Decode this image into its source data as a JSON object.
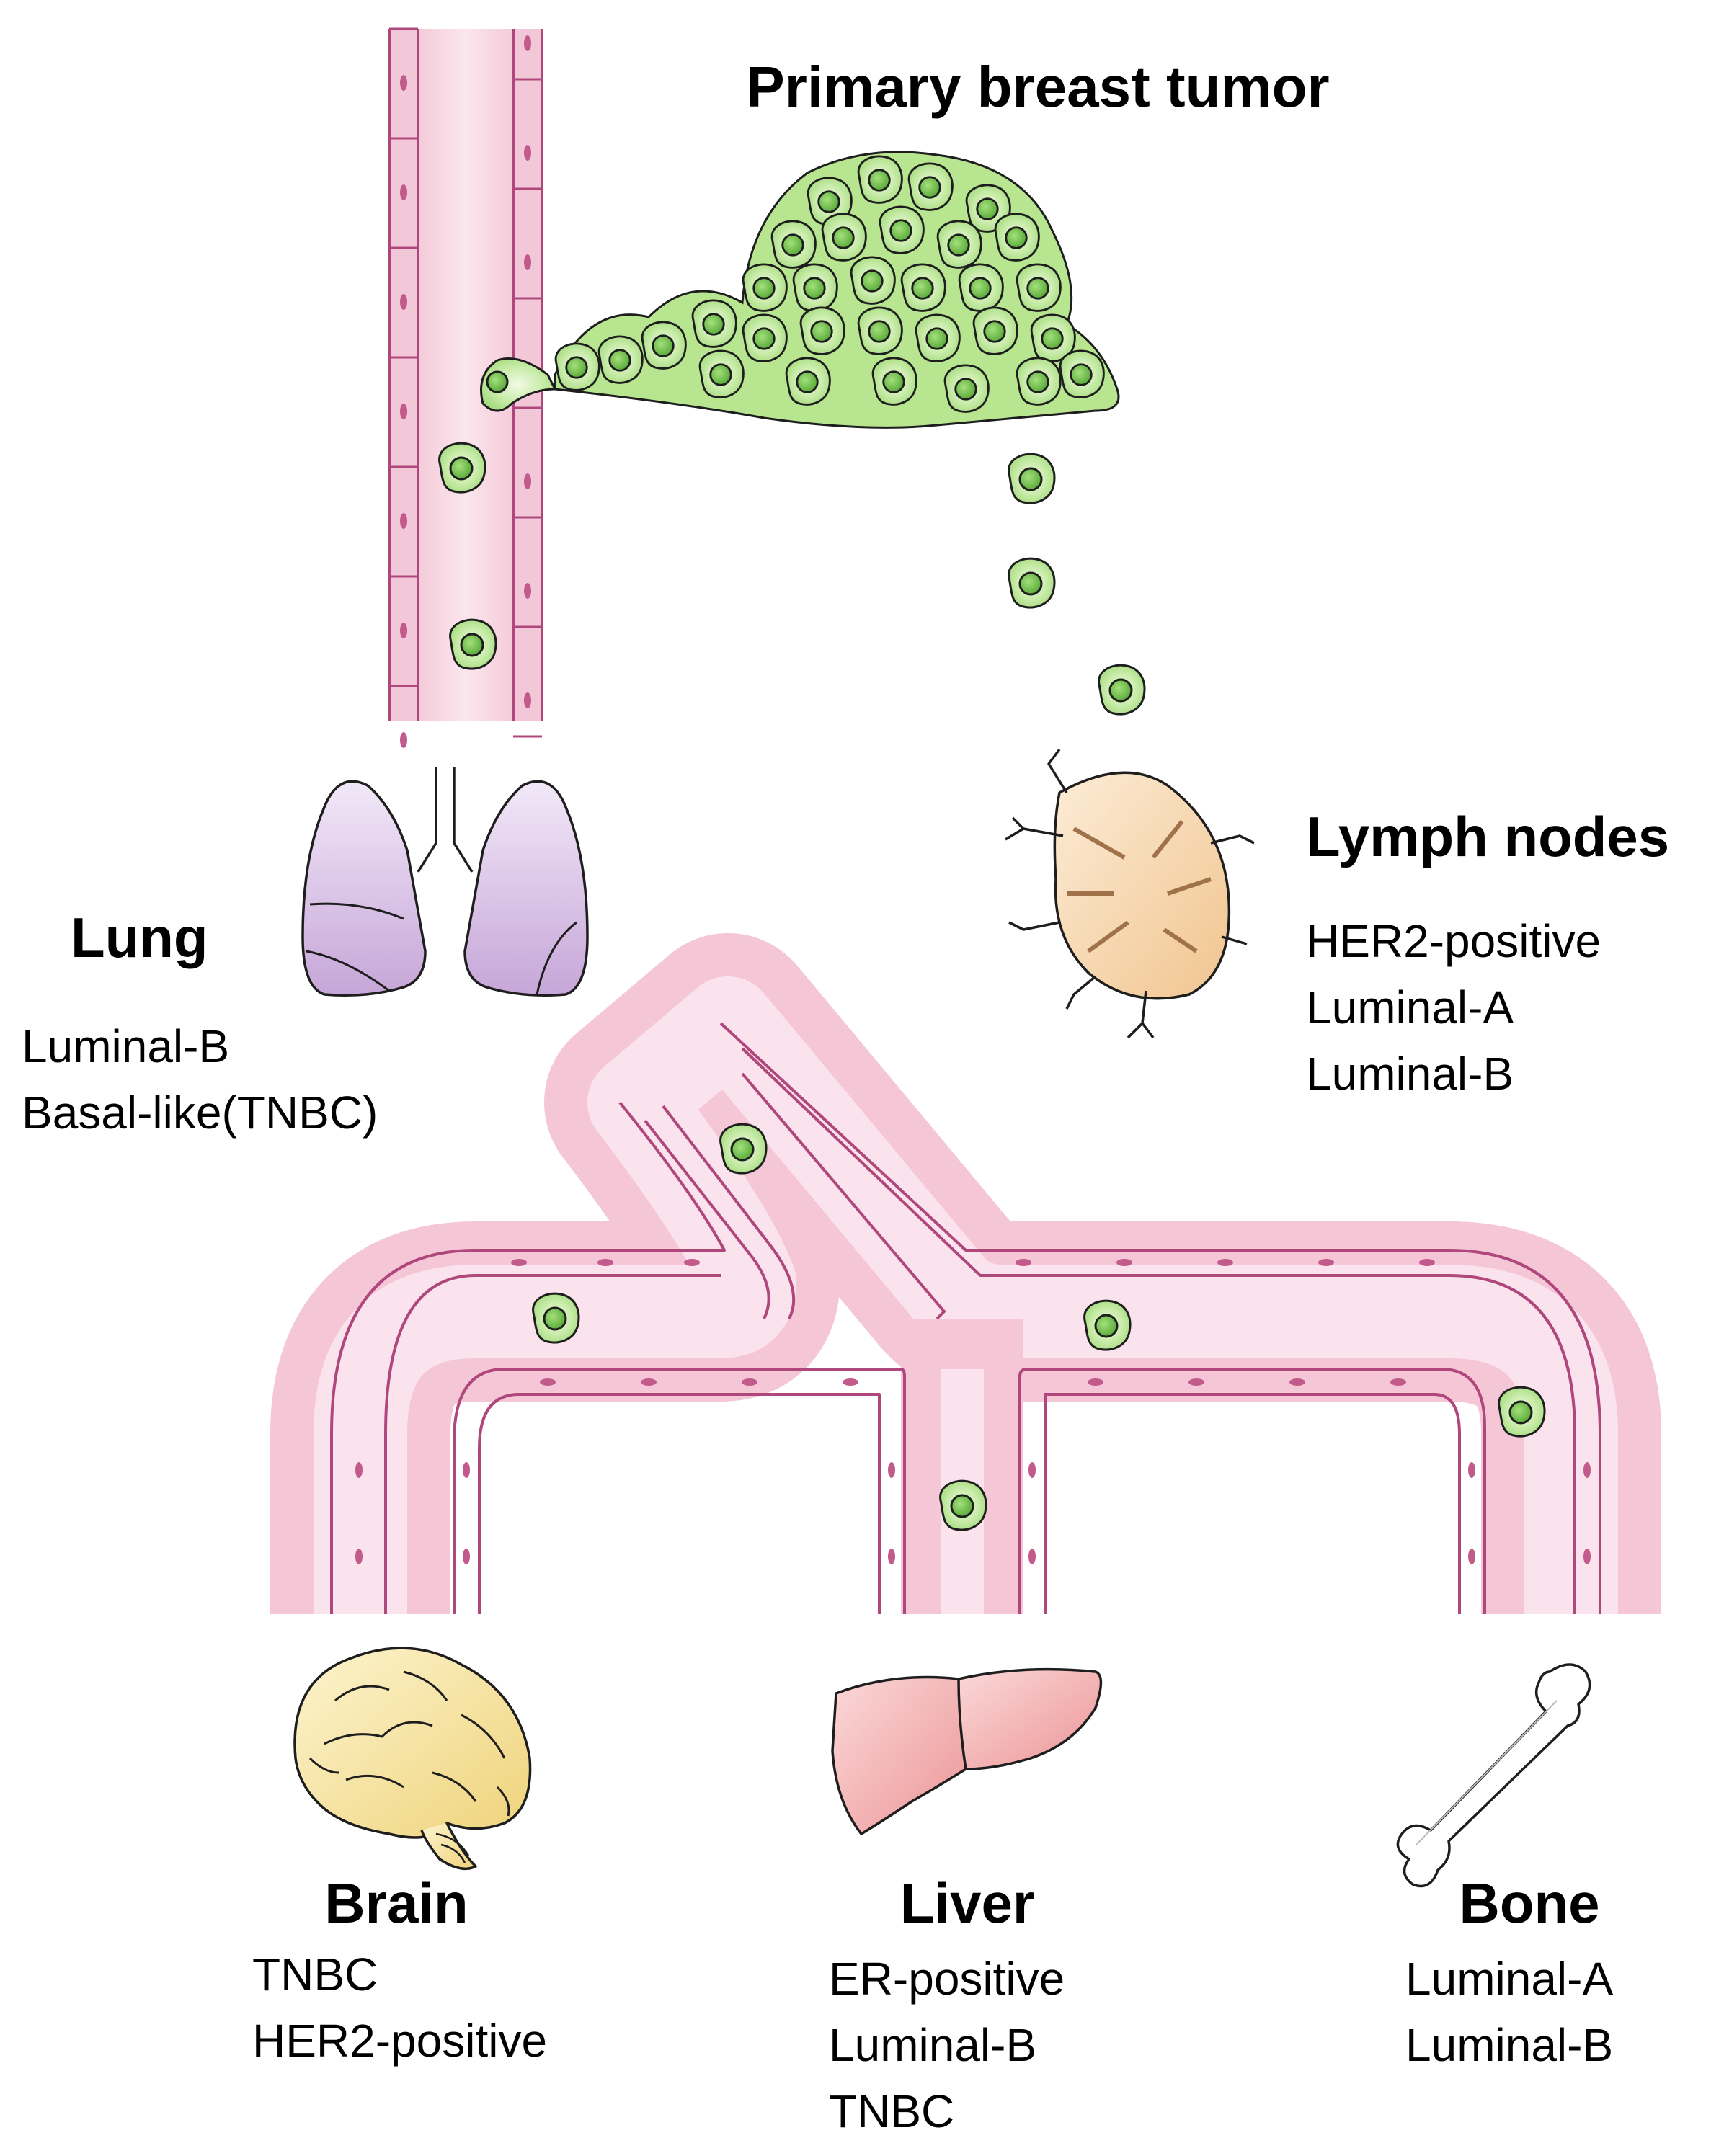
{
  "tumor": {
    "title": "Primary breast tumor"
  },
  "lymph_nodes": {
    "title": "Lymph nodes",
    "subtypes": [
      "HER2-positive",
      "Luminal-A",
      "Luminal-B"
    ]
  },
  "lung": {
    "title": "Lung",
    "subtypes": [
      "Luminal-B",
      "Basal-like(TNBC)"
    ]
  },
  "brain": {
    "title": "Brain",
    "subtypes": [
      "TNBC",
      "HER2-positive"
    ]
  },
  "liver": {
    "title": "Liver",
    "subtypes": [
      "ER-positive",
      "Luminal-B",
      "TNBC"
    ]
  },
  "bone": {
    "title": "Bone",
    "subtypes": [
      "Luminal-A",
      "Luminal-B"
    ]
  },
  "colors": {
    "cell_fill": "#b6e58f",
    "cell_nucleus": "#5ab33a",
    "vessel_fill": "#f7dbe6",
    "vessel_wall": "#b0477c",
    "lung_fill": "#d9c3e6",
    "lymph_fill": "#f8d7a9",
    "brain_fill": "#f9e6a0",
    "liver_fill": "#f4b5b7",
    "bone_fill": "#ffffff"
  }
}
